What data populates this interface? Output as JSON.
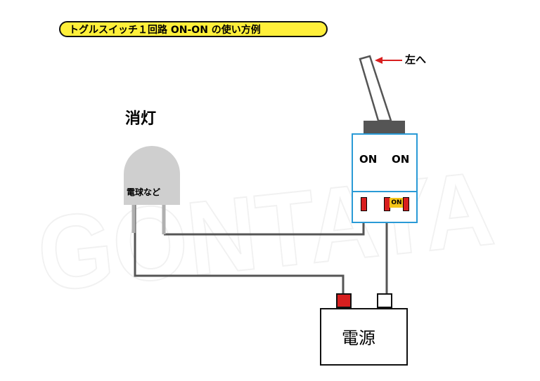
{
  "title": "トグルスイッチ１回路 ON-ON の使い方例",
  "lamp": {
    "state_label": "消灯",
    "body_label": "電球など"
  },
  "switch": {
    "direction_label": "左へ",
    "positions": [
      "ON",
      "ON"
    ],
    "active_tag": "ON"
  },
  "power": {
    "label": "電源"
  },
  "watermark": "GONTAYA",
  "colors": {
    "title_bg": "#ffef3a",
    "switch_border": "#2a9ad6",
    "terminal": "#d81f1f",
    "positive_terminal": "#d81f1f",
    "wire": "#555555",
    "arrow": "#d81f1f",
    "bulb": "#cfcfcf",
    "on_tag": "#f5c518"
  }
}
